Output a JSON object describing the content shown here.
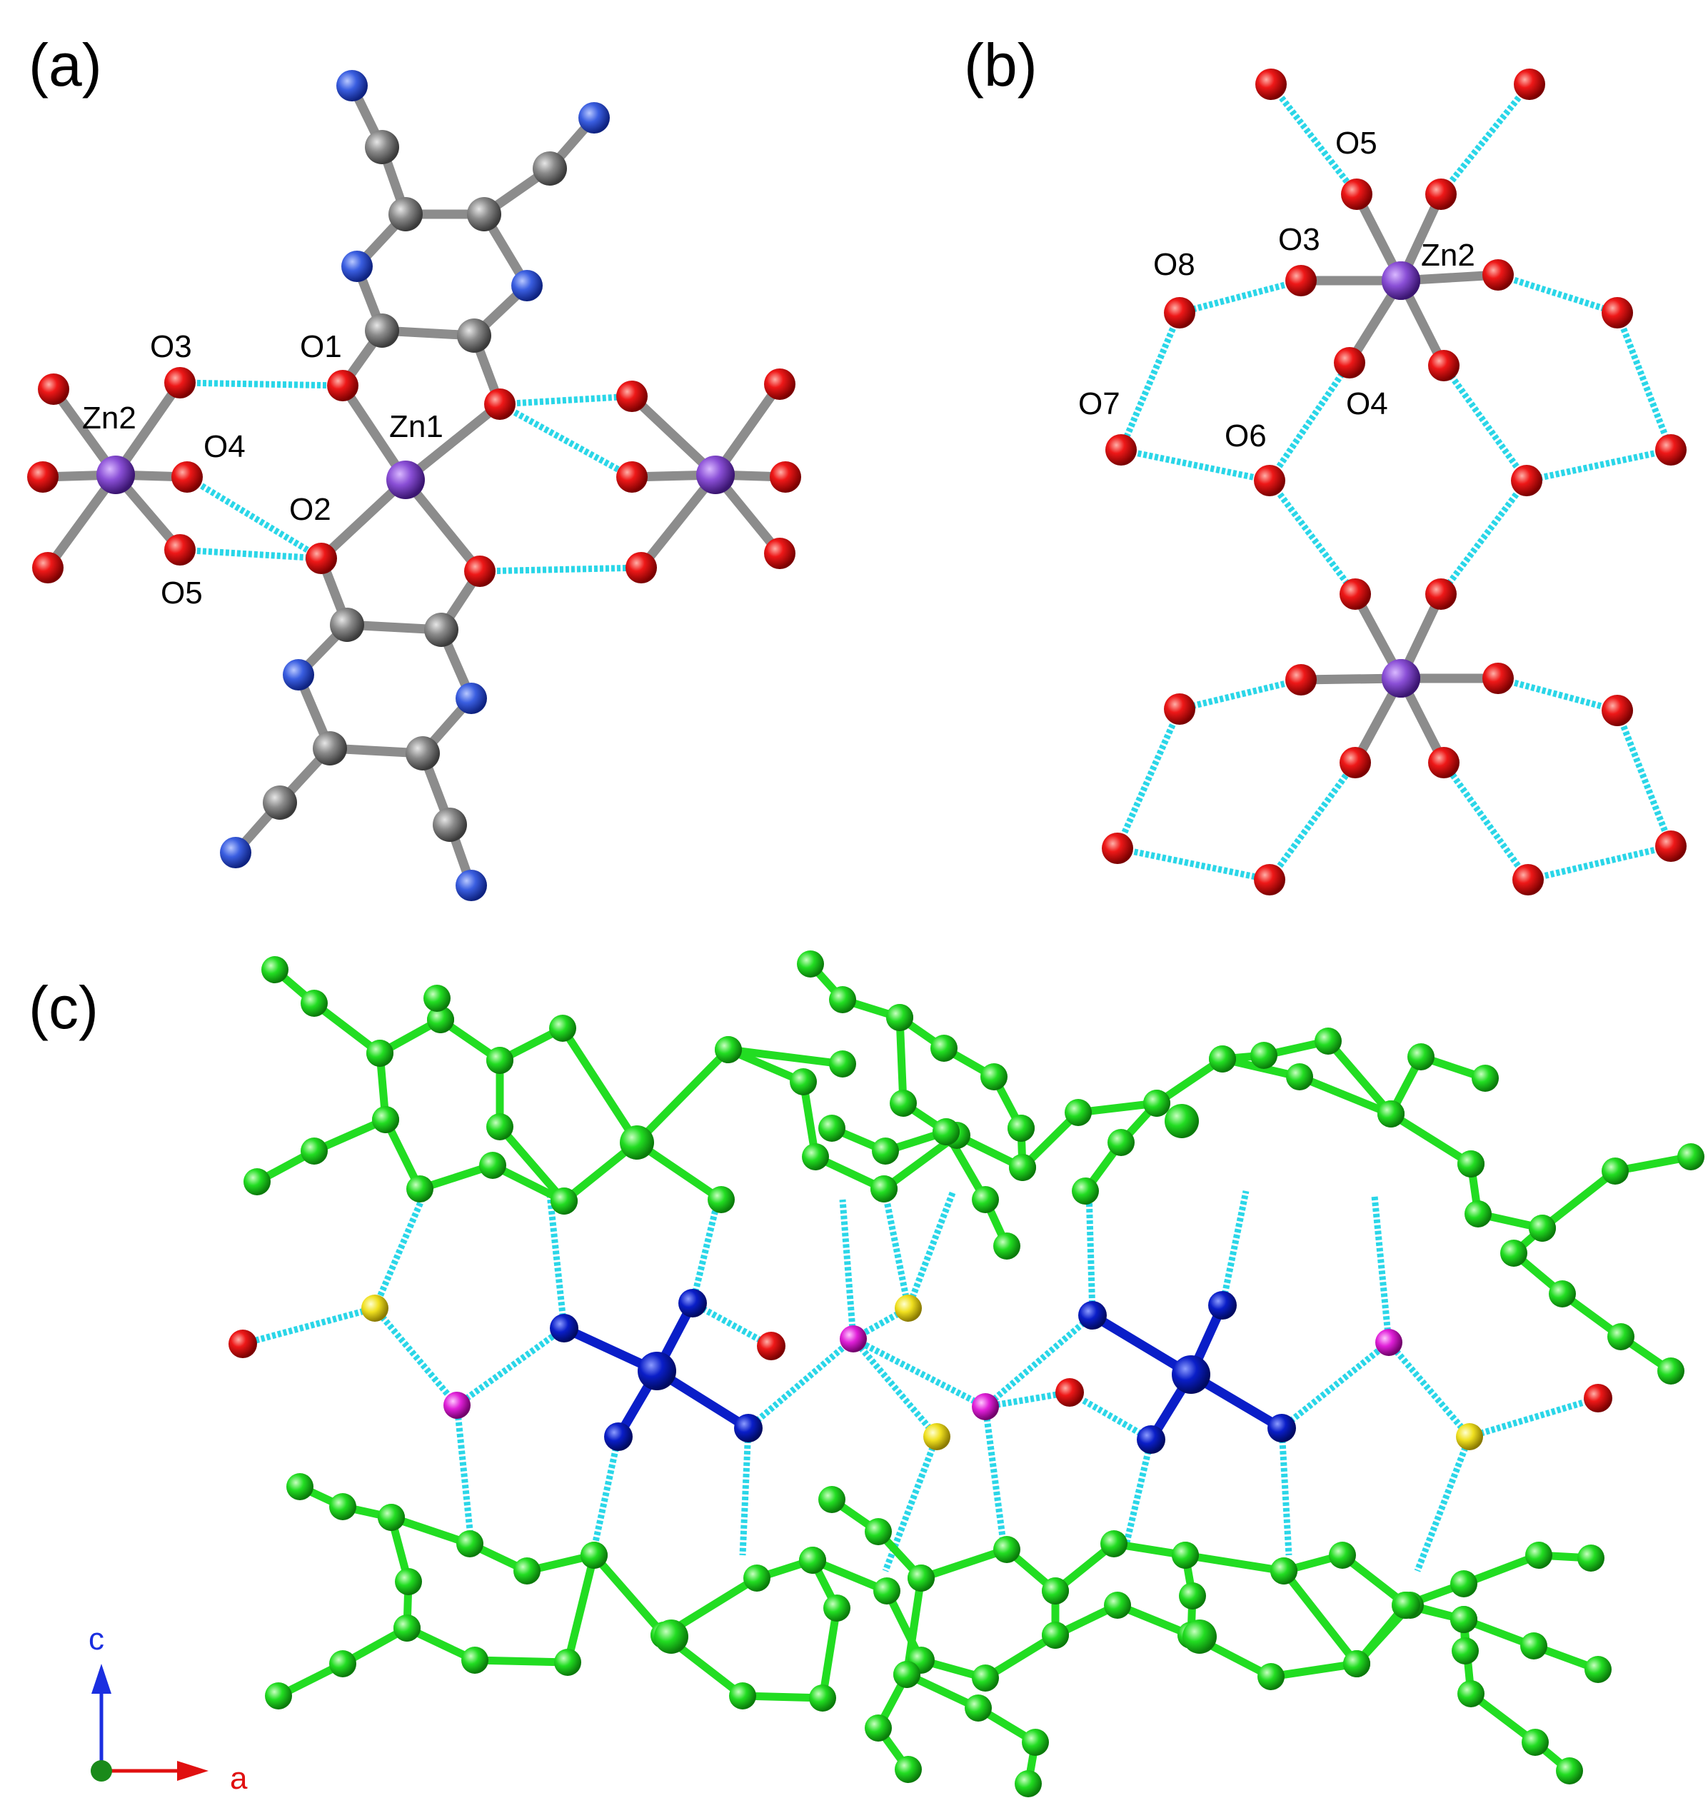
{
  "figure": {
    "panels": [
      {
        "id": "a",
        "label": "(a)"
      },
      {
        "id": "b",
        "label": "(b)"
      },
      {
        "id": "c",
        "label": "(c)"
      }
    ],
    "panel_a_labels": {
      "zn1": "Zn1",
      "zn2": "Zn2",
      "o1": "O1",
      "o2": "O2",
      "o3": "O3",
      "o4": "O4",
      "o5": "O5"
    },
    "panel_b_labels": {
      "zn2": "Zn2",
      "o3": "O3",
      "o4": "O4",
      "o5": "O5",
      "o6": "O6",
      "o7": "O7",
      "o8": "O8"
    },
    "axes": {
      "c": "c",
      "a": "a"
    },
    "colors": {
      "zinc": "#7a3fc0",
      "oxygen": "#e01010",
      "nitrogen": "#2e52d8",
      "carbon": "#7a7a7a",
      "bond_gray": "#8c8c8c",
      "hbond": "#2ad6e8",
      "network_green": "#22dd22",
      "network_blue": "#0a1ec8",
      "water_yellow": "#f0e020",
      "water_magenta": "#e020d8",
      "axis_c": "#1a2ee0",
      "axis_a": "#e01010",
      "axis_origin": "#1a8a1a"
    }
  }
}
